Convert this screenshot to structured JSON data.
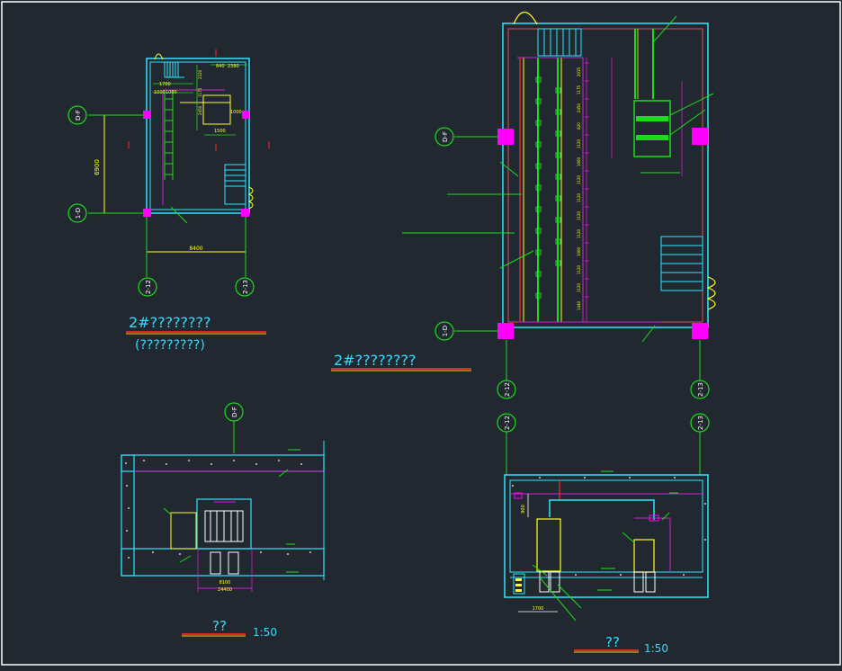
{
  "colors": {
    "background": "#212830",
    "frame": "#ffffff",
    "wall": "#2ee5ff",
    "axis": "#1bdc1b",
    "column": "#ff00ff",
    "dim": "#ffff22",
    "redline": "#ff2a2a",
    "magentaline": "#d020d0",
    "title": "#33ddff",
    "underline_red": "#ff3030",
    "underline_yellow": "#ffcc00"
  },
  "plans": {
    "small": {
      "title": "2#????????",
      "subtitle": "(?????????)",
      "axis_labels": {
        "top": "D-F",
        "bottom": "1-D",
        "left": "2-12",
        "right": "2-13"
      },
      "dims": {
        "vertical": "6900",
        "horizontal": "8400",
        "top_a": "840",
        "top_b": "2380",
        "mid_a": "1700",
        "mid_b": "1000",
        "mid_c": "1000",
        "side_a": "2320",
        "side_b": "1175",
        "side_c": "2450",
        "inner_a": "1000",
        "inner_b": "1500"
      }
    },
    "large": {
      "title": "2#????????",
      "axis_labels": {
        "top": "D-F",
        "bottom": "1-D",
        "left": "2-12",
        "right": "2-13"
      },
      "dims": [
        "2035",
        "1175",
        "2450",
        "820",
        "1120",
        "1000",
        "1120",
        "1120",
        "1120",
        "1120",
        "1000",
        "1120",
        "1120",
        "1440"
      ]
    }
  },
  "sections": {
    "left": {
      "title": "??",
      "scale": "1:50",
      "axis_label": "D-F",
      "dims": [
        "8100",
        "24400"
      ]
    },
    "right": {
      "title": "??",
      "scale": "1:50",
      "axis_labels": [
        "2-12",
        "2-13"
      ],
      "dims": [
        "900",
        "1700"
      ]
    }
  }
}
